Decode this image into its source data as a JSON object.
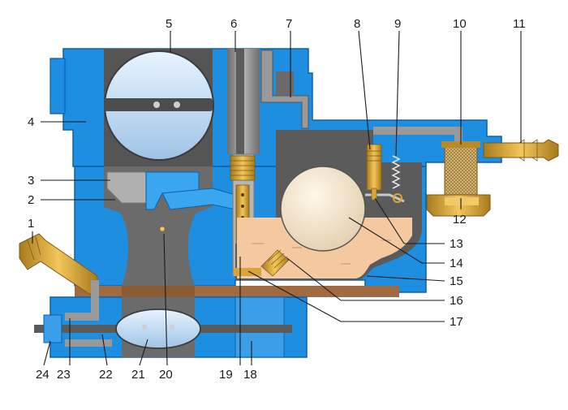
{
  "labels": {
    "l1": "1",
    "l2": "2",
    "l3": "3",
    "l4": "4",
    "l5": "5",
    "l6": "6",
    "l7": "7",
    "l8": "8",
    "l9": "9",
    "l10": "10",
    "l11": "11",
    "l12": "12",
    "l13": "13",
    "l14": "14",
    "l15": "15",
    "l16": "16",
    "l17": "17",
    "l18": "18",
    "l19": "19",
    "l20": "20",
    "l21": "21",
    "l22": "22",
    "l23": "23",
    "l24": "24"
  },
  "colors": {
    "body_blue": "#1e8fe0",
    "dark_blue": "#0f5fae",
    "gray": "#8c8c8c",
    "dark_gray": "#5b5b5b",
    "fuel": "#f4c9a0",
    "float": "#f2e6d2",
    "brass": "#d9a53a",
    "gasket": "#a26a40"
  }
}
